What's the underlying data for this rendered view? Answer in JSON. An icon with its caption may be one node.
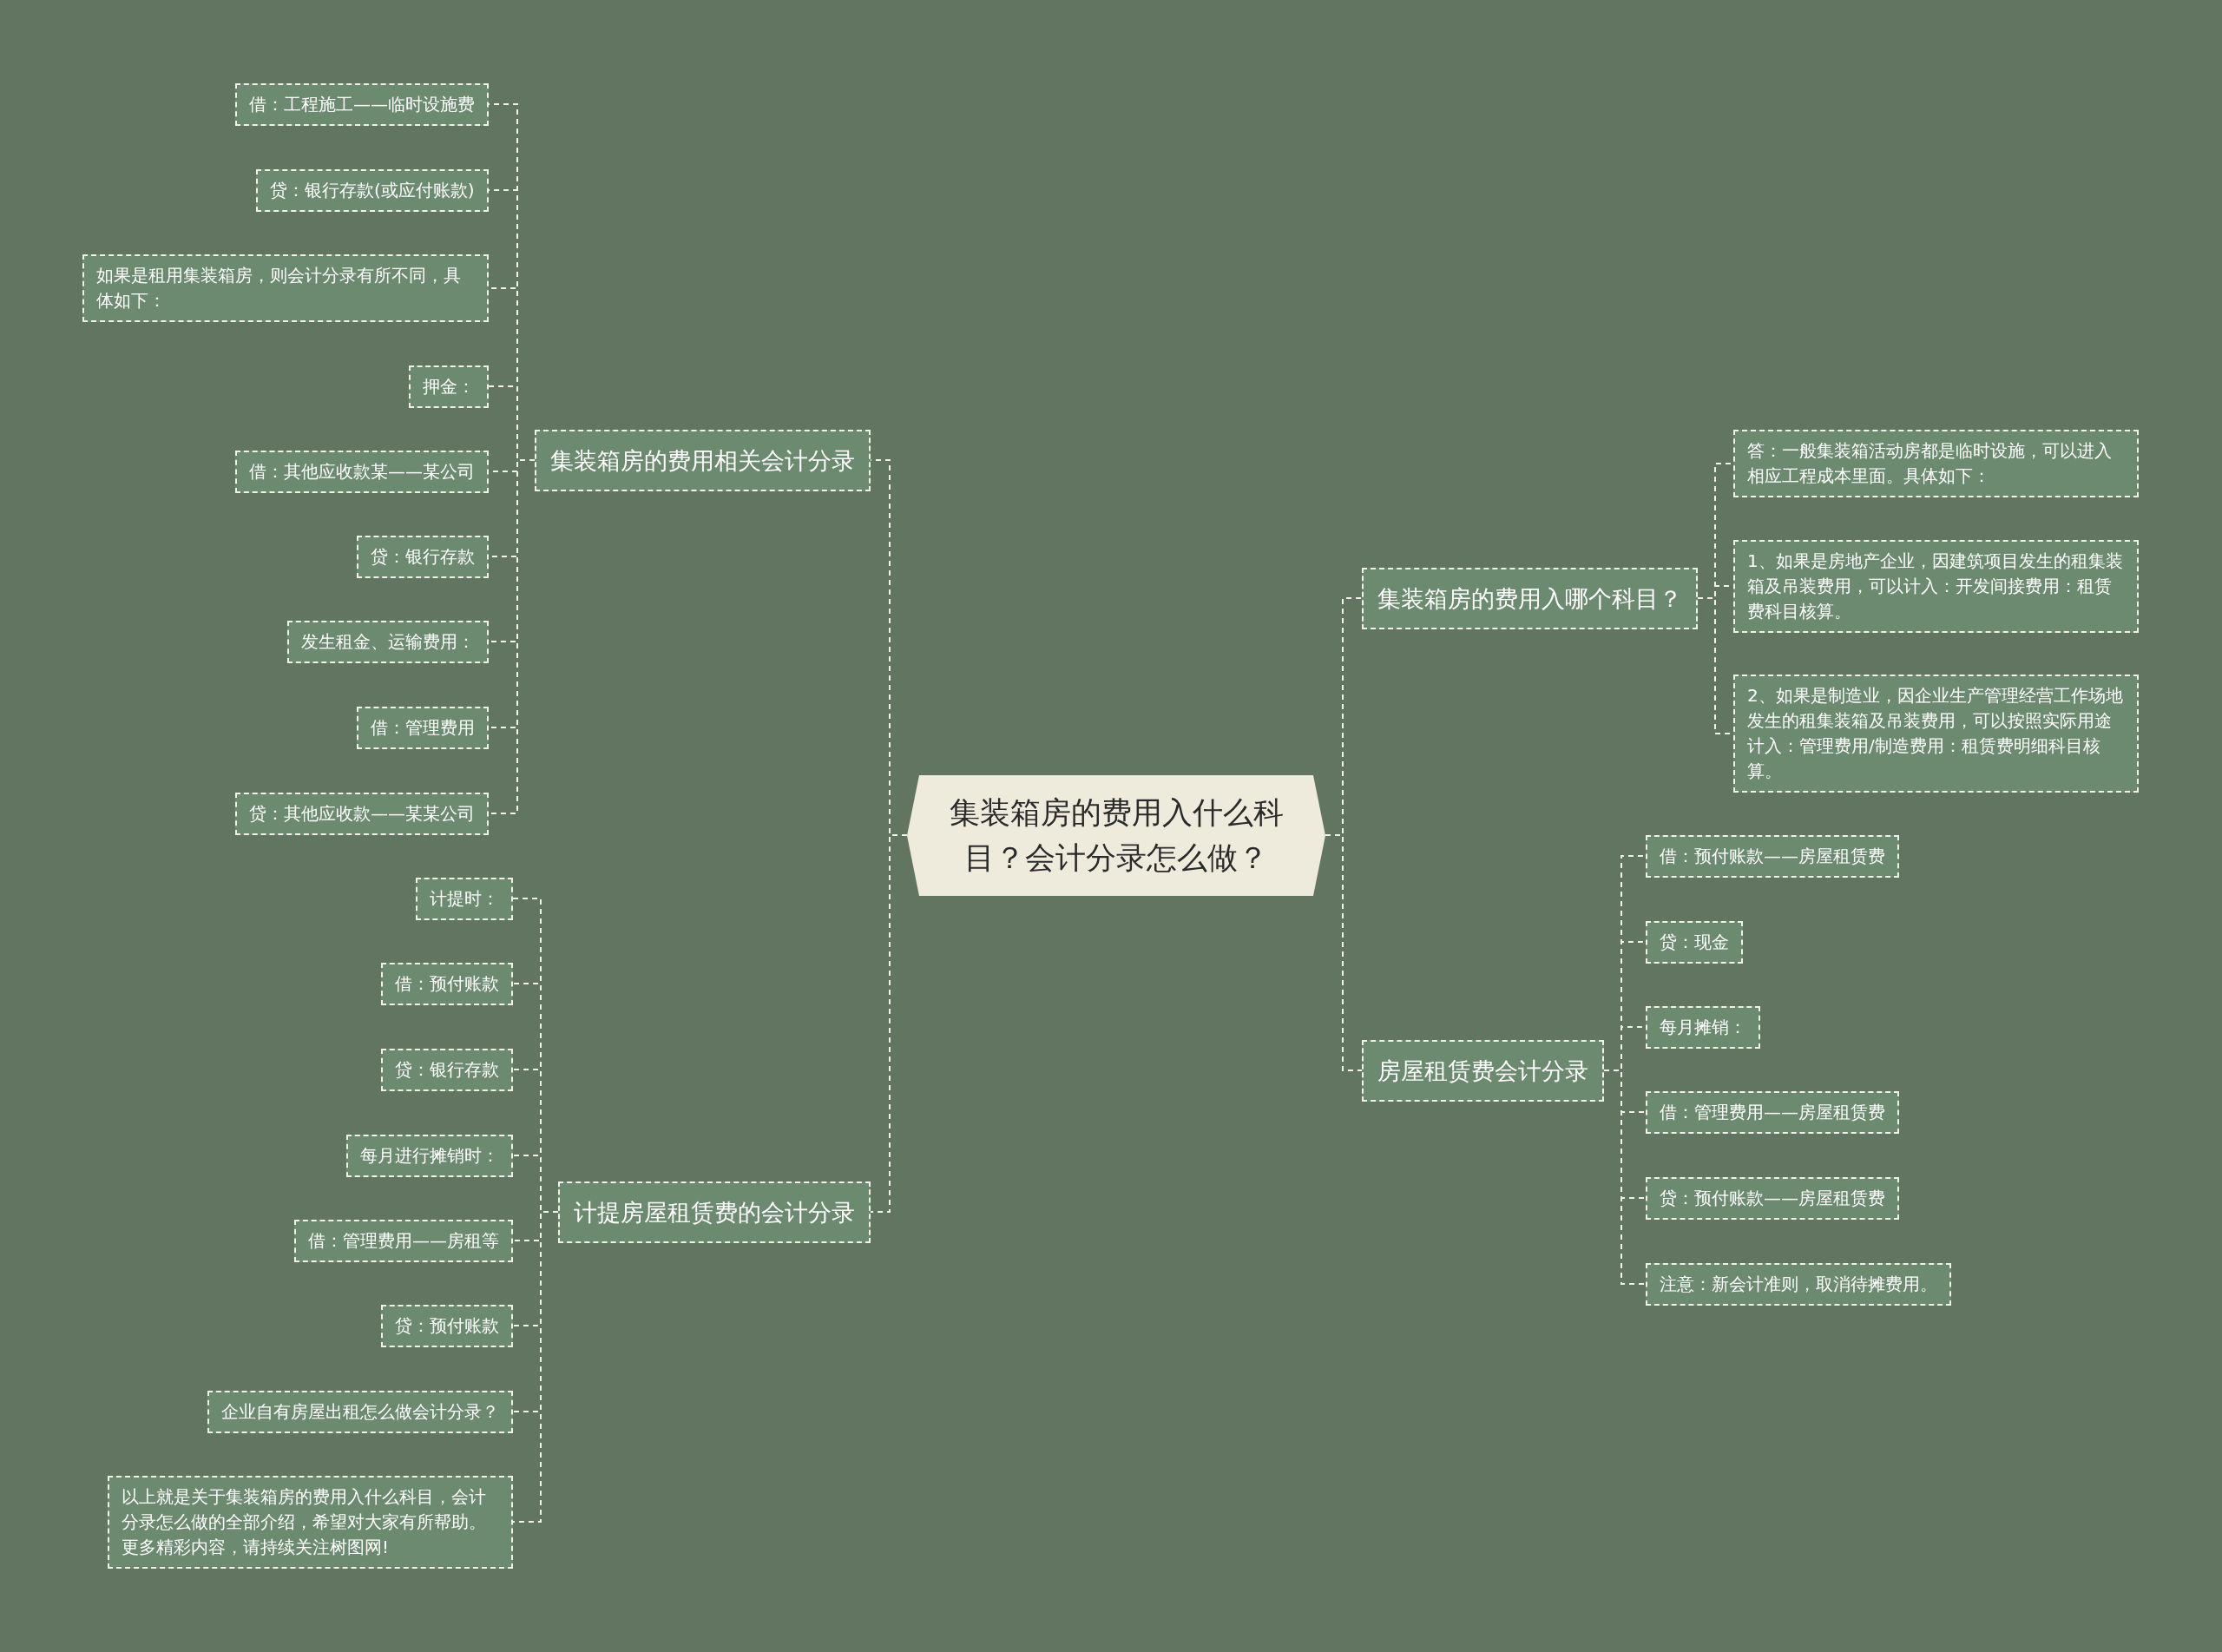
{
  "diagram": {
    "nodes": [
      {
        "text": [
          "集装箱房的费用入什么科目？会计分录怎么做？"
        ]
      },
      {
        "text": [
          "集装箱房的费用相关会计分录"
        ]
      },
      {
        "text": [
          "借：工程施工——临时设施费"
        ]
      },
      {
        "text": [
          "贷：银行存款(或应付账款)"
        ]
      },
      {
        "text": [
          "如果是租用集装箱房，则会计分录有所不同，具体如下："
        ]
      },
      {
        "text": [
          "押金："
        ]
      },
      {
        "text": [
          "借：其他应收款某——某公司"
        ]
      },
      {
        "text": [
          "贷：银行存款"
        ]
      },
      {
        "text": [
          "发生租金、运输费用："
        ]
      },
      {
        "text": [
          "借：管理费用"
        ]
      },
      {
        "text": [
          "贷：其他应收款——某某公司"
        ]
      },
      {
        "text": [
          "计提房屋租赁费的会计分录"
        ]
      },
      {
        "text": [
          "计提时："
        ]
      },
      {
        "text": [
          "借：预付账款"
        ]
      },
      {
        "text": [
          "贷：银行存款"
        ]
      },
      {
        "text": [
          "每月进行摊销时："
        ]
      },
      {
        "text": [
          "借：管理费用——房租等"
        ]
      },
      {
        "text": [
          "贷：预付账款"
        ]
      },
      {
        "text": [
          "企业自有房屋出租怎么做会计分录？"
        ]
      },
      {
        "text": [
          "以上就是关于集装箱房的费用入什么科目，会计分录怎么做的全部介绍，希望对大家有所帮助。更多精彩内容，请持续关注树图网!"
        ]
      },
      {
        "text": [
          "集装箱房的费用入哪个科目？"
        ]
      },
      {
        "text": [
          "答：一般集装箱活动房都是临时设施，可以进入相应工程成本里面。具体如下："
        ]
      },
      {
        "text": [
          "1、如果是房地产企业，因建筑项目发生的租集装箱及吊装费用，可以计入：开发间接费用：租赁费科目核算。"
        ]
      },
      {
        "text": [
          "2、如果是制造业，因企业生产管理经营工作场地发生的租集装箱及吊装费用，可以按照实际用途计入：管理费用/制造费用：租赁费明细科目核算。"
        ]
      },
      {
        "text": [
          "房屋租赁费会计分录"
        ]
      },
      {
        "text": [
          "借：预付账款——房屋租赁费"
        ]
      },
      {
        "text": [
          "贷：现金"
        ]
      },
      {
        "text": [
          "每月摊销："
        ]
      },
      {
        "text": [
          "借：管理费用——房屋租赁费"
        ]
      },
      {
        "text": [
          "贷：预付账款——房屋租赁费"
        ]
      },
      {
        "text": [
          "注意：新会计准则，取消待摊费用。"
        ]
      }
    ],
    "edges": [
      {
        "from": 0,
        "to": 1,
        "arrow": "none"
      },
      {
        "from": 1,
        "to": 2,
        "arrow": "none"
      },
      {
        "from": 1,
        "to": 3,
        "arrow": "none"
      },
      {
        "from": 1,
        "to": 4,
        "arrow": "none"
      },
      {
        "from": 1,
        "to": 5,
        "arrow": "none"
      },
      {
        "from": 1,
        "to": 6,
        "arrow": "none"
      },
      {
        "from": 1,
        "to": 7,
        "arrow": "none"
      },
      {
        "from": 1,
        "to": 8,
        "arrow": "none"
      },
      {
        "from": 1,
        "to": 9,
        "arrow": "none"
      },
      {
        "from": 1,
        "to": 10,
        "arrow": "none"
      },
      {
        "from": 0,
        "to": 11,
        "arrow": "none"
      },
      {
        "from": 11,
        "to": 12,
        "arrow": "none"
      },
      {
        "from": 11,
        "to": 13,
        "arrow": "none"
      },
      {
        "from": 11,
        "to": 14,
        "arrow": "none"
      },
      {
        "from": 11,
        "to": 15,
        "arrow": "none"
      },
      {
        "from": 11,
        "to": 16,
        "arrow": "none"
      },
      {
        "from": 11,
        "to": 17,
        "arrow": "none"
      },
      {
        "from": 11,
        "to": 18,
        "arrow": "none"
      },
      {
        "from": 11,
        "to": 19,
        "arrow": "none"
      },
      {
        "from": 0,
        "to": 20,
        "arrow": "none"
      },
      {
        "from": 20,
        "to": 21,
        "arrow": "none"
      },
      {
        "from": 20,
        "to": 22,
        "arrow": "none"
      },
      {
        "from": 20,
        "to": 23,
        "arrow": "none"
      },
      {
        "from": 0,
        "to": 24,
        "arrow": "none"
      },
      {
        "from": 24,
        "to": 25,
        "arrow": "none"
      },
      {
        "from": 24,
        "to": 26,
        "arrow": "none"
      },
      {
        "from": 24,
        "to": 27,
        "arrow": "none"
      },
      {
        "from": 24,
        "to": 28,
        "arrow": "none"
      },
      {
        "from": 24,
        "to": 29,
        "arrow": "none"
      },
      {
        "from": 24,
        "to": 30,
        "arrow": "none"
      }
    ]
  }
}
